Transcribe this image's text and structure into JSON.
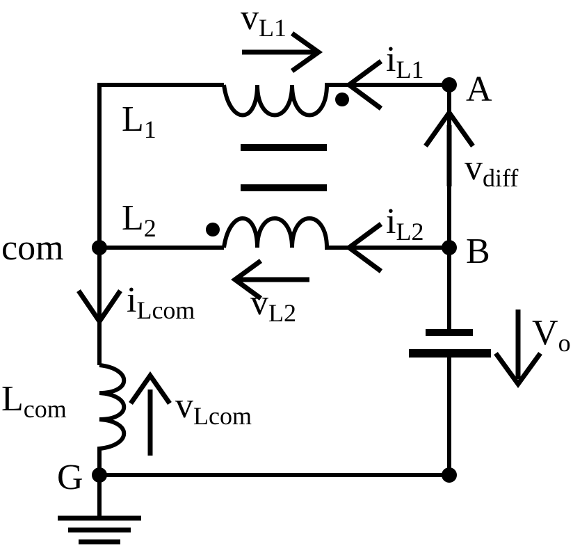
{
  "labels": {
    "v_L1": {
      "main": "v",
      "sub": "L1"
    },
    "i_L1": {
      "main": "i",
      "sub": "L1"
    },
    "L1": {
      "main": "L",
      "sub": "1"
    },
    "A": "A",
    "v_diff": {
      "main": "v",
      "sub": "diff"
    },
    "L2": {
      "main": "L",
      "sub": "2"
    },
    "i_L2": {
      "main": "i",
      "sub": "L2"
    },
    "com": "com",
    "B": "B",
    "i_Lcom": {
      "main": "i",
      "sub": "Lcom"
    },
    "v_L2": {
      "main": "v",
      "sub": "L2"
    },
    "V_o": {
      "main": "V",
      "sub": "o"
    },
    "L_com": {
      "main": "L",
      "sub": "com"
    },
    "v_Lcom": {
      "main": "v",
      "sub": "Lcom"
    },
    "G": "G"
  },
  "colors": {
    "stroke": "#000000",
    "background": "#ffffff"
  },
  "symbols": [
    "inductor-L1",
    "inductor-L2",
    "inductor-Lcom",
    "core-lines",
    "polarity-dots",
    "battery",
    "ground"
  ]
}
